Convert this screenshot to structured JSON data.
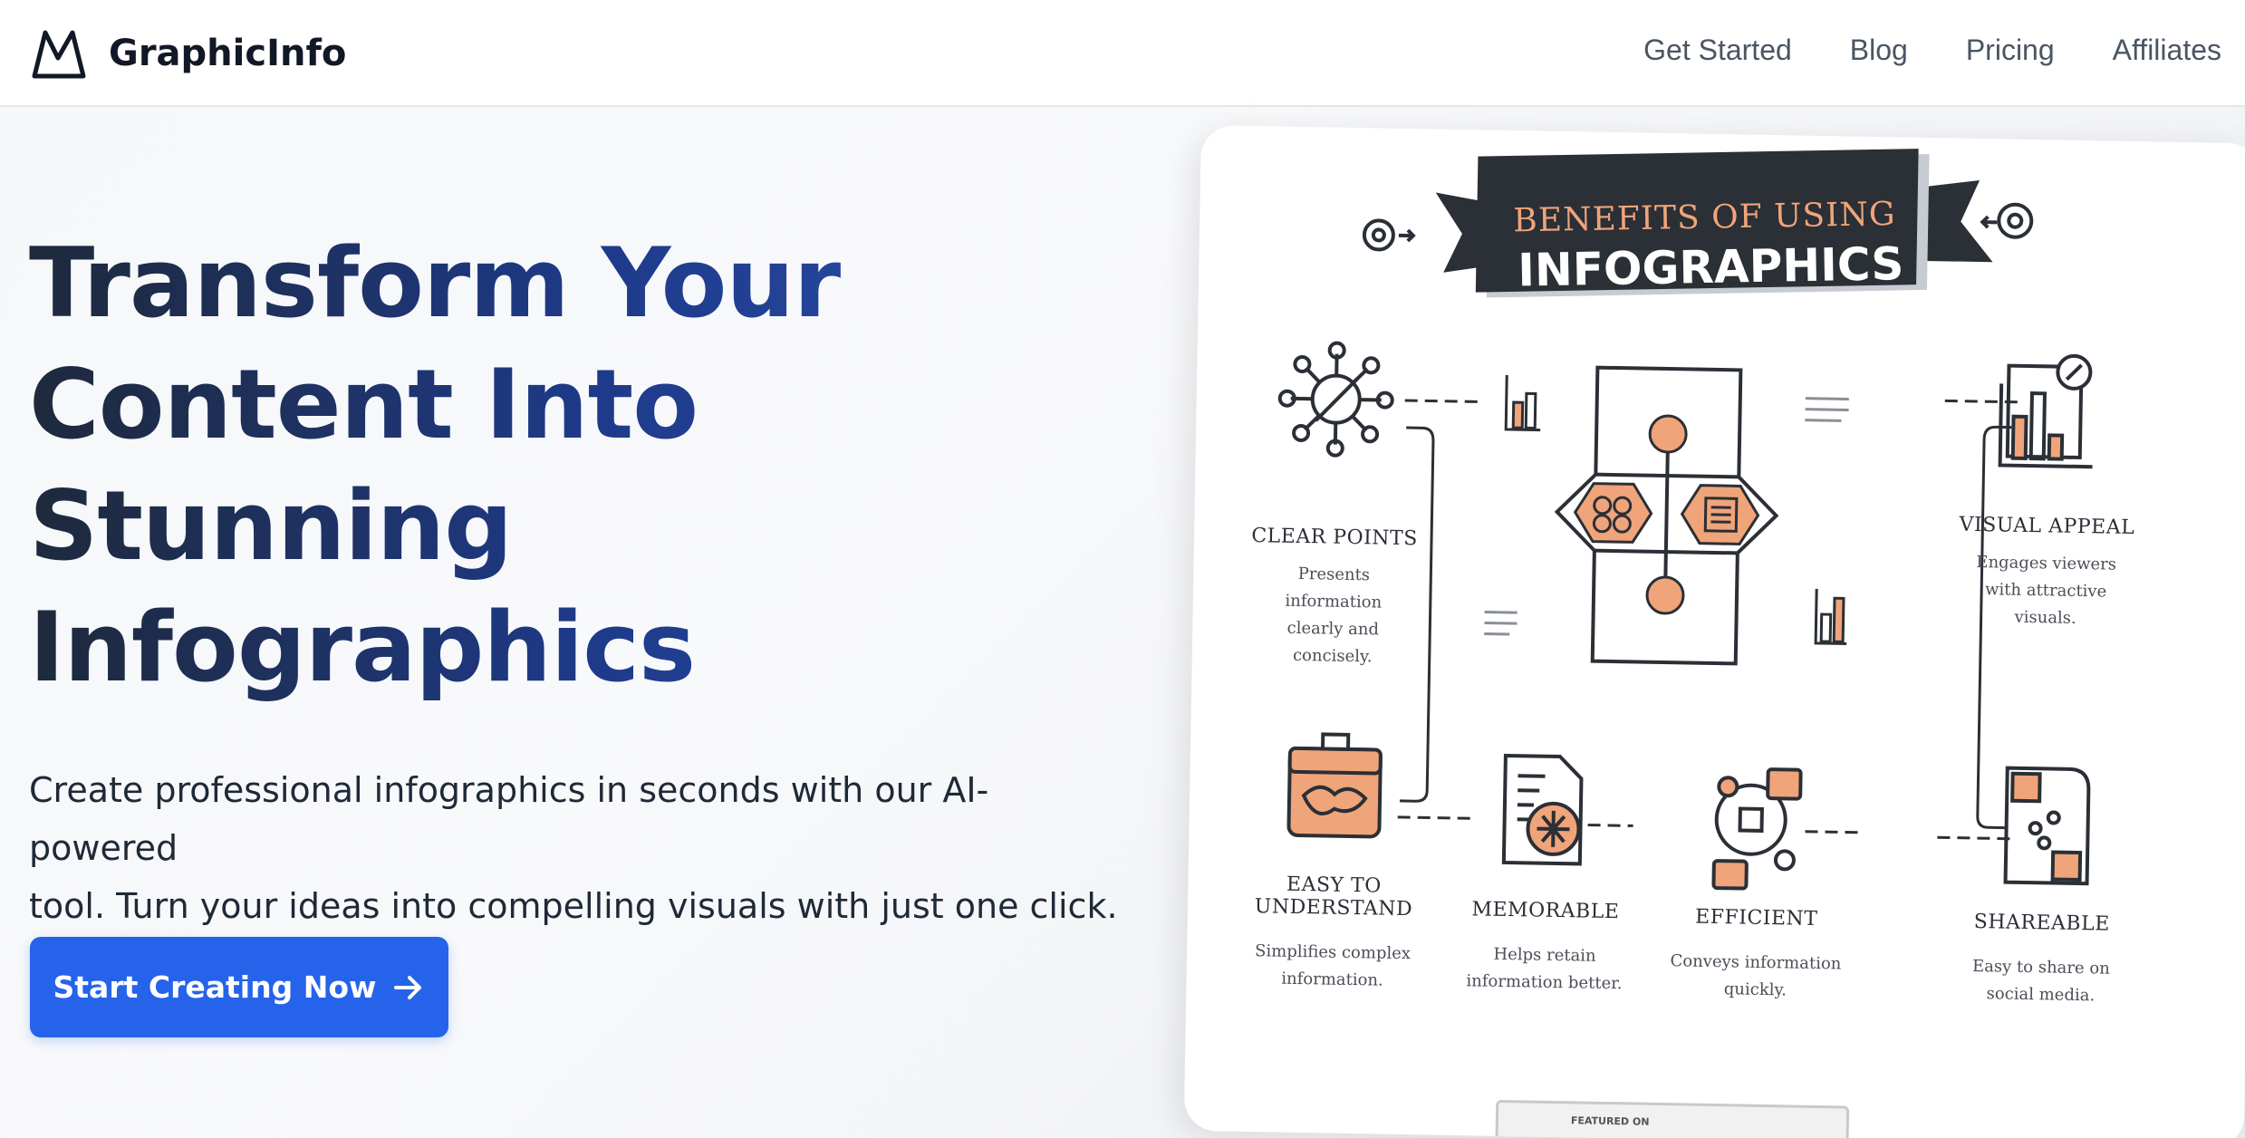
{
  "header": {
    "brand": "GraphicInfo",
    "nav": [
      "Get Started",
      "Blog",
      "Pricing",
      "Affiliates"
    ]
  },
  "hero": {
    "title_lines": [
      "Transform Your",
      "Content Into",
      "Stunning",
      "Infographics"
    ],
    "subtitle_lines": [
      "Create professional infographics in seconds with our AI-powered",
      "tool. Turn your ideas into compelling visuals with just one click."
    ],
    "cta_label": "Start Creating Now",
    "cta_icon": "arrow-right-icon"
  },
  "infographic": {
    "banner_top": "BENEFITS OF USING",
    "banner_bottom": "INFOGRAPHICS",
    "items": [
      {
        "title": "CLEAR POINTS",
        "desc": [
          "Presents information",
          "clearly and",
          "concisely."
        ]
      },
      {
        "title": "VISUAL APPEAL",
        "desc": [
          "Engages viewers",
          "with attractive",
          "visuals."
        ]
      },
      {
        "title_lines": [
          "EASY TO",
          "UNDERSTAND"
        ],
        "desc": [
          "Simplifies complex",
          "information."
        ]
      },
      {
        "title": "MEMORABLE",
        "desc": [
          "Helps retain",
          "information better."
        ]
      },
      {
        "title": "EFFICIENT",
        "desc": [
          "Conveys information",
          "quickly."
        ]
      },
      {
        "title": "SHAREABLE",
        "desc": [
          "Easy to share on",
          "social media."
        ]
      }
    ],
    "badge_text": "FEATURED ON"
  },
  "colors": {
    "accent": "#2563eb",
    "title_dark": "#1e293b",
    "title_blue": "#1e3a8a",
    "infographic_orange": "#f0a47a",
    "banner_dark": "#2b2f36"
  }
}
